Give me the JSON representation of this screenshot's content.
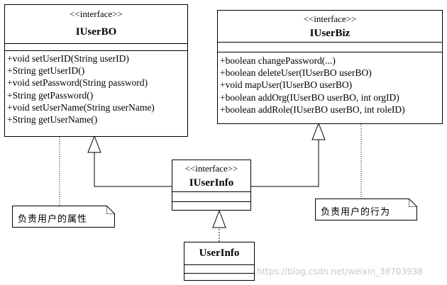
{
  "classes": {
    "iuserbo": {
      "stereotype": "<<interface>>",
      "name": "IUserBO",
      "operations": [
        "+void setUserID(String userID)",
        "+String getUserID()",
        "+void setPassword(String password)",
        "+String getPassword()",
        "+void setUserName(String userName)",
        "+String getUserName()"
      ]
    },
    "iuserbiz": {
      "stereotype": "<<interface>>",
      "name": "IUserBiz",
      "operations": [
        "+boolean changePassword(...)",
        "+boolean deleteUser(IUserBO userBO)",
        "+void mapUser(IUserBO userBO)",
        "+boolean addOrg(IUserBO userBO, int orgID)",
        "+boolean addRole(IUserBO userBO, int roleID)"
      ]
    },
    "iuserinfo": {
      "stereotype": "<<interface>>",
      "name": "IUserInfo"
    },
    "userinfo": {
      "name": "UserInfo"
    }
  },
  "notes": {
    "left": "负责用户的属性",
    "right": "负责用户的行为"
  },
  "watermark": "https://blog.csdn.net/weixin_38703938"
}
